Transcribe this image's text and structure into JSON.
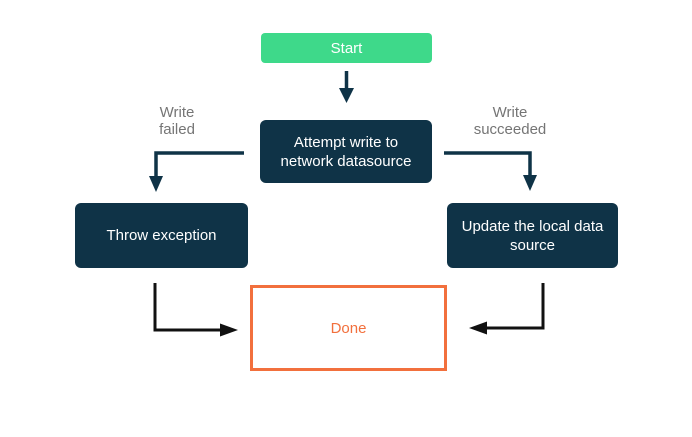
{
  "diagram": {
    "nodes": {
      "start": {
        "label": "Start",
        "type": "start",
        "fill": "#3ed98a",
        "text_color": "#ffffff"
      },
      "attempt_write": {
        "label": "Attempt write to network datasource",
        "type": "process",
        "fill": "#0f3347",
        "text_color": "#ffffff"
      },
      "throw_exception": {
        "label": "Throw exception",
        "type": "process",
        "fill": "#0f3347",
        "text_color": "#ffffff"
      },
      "update_local": {
        "label": "Update the local data source",
        "type": "process",
        "fill": "#0f3347",
        "text_color": "#ffffff"
      },
      "done": {
        "label": "Done",
        "type": "end",
        "fill": "#ffffff",
        "border_color": "#f2703d",
        "text_color": "#f2703d"
      }
    },
    "edges": [
      {
        "from": "start",
        "to": "attempt_write",
        "label": "",
        "color": "#0f3347"
      },
      {
        "from": "attempt_write",
        "to": "throw_exception",
        "label": "Write failed",
        "color": "#0f3347"
      },
      {
        "from": "attempt_write",
        "to": "update_local",
        "label": "Write succeeded",
        "color": "#0f3347"
      },
      {
        "from": "throw_exception",
        "to": "done",
        "label": "",
        "color": "#111111"
      },
      {
        "from": "update_local",
        "to": "done",
        "label": "",
        "color": "#111111"
      }
    ],
    "colors": {
      "background": "#ffffff",
      "edge_label_text": "#757575",
      "connector_navy": "#0f3347",
      "connector_black": "#111111"
    }
  }
}
